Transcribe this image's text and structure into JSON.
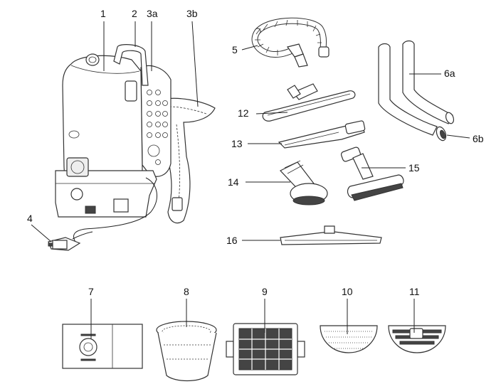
{
  "labels": {
    "l1": "1",
    "l2": "2",
    "l3a": "3a",
    "l3b": "3b",
    "l4": "4",
    "l5": "5",
    "l6a": "6a",
    "l6b": "6b",
    "l7": "7",
    "l8": "8",
    "l9": "9",
    "l10": "10",
    "l11": "11",
    "l12": "12",
    "l13": "13",
    "l14": "14",
    "l15": "15",
    "l16": "16"
  }
}
